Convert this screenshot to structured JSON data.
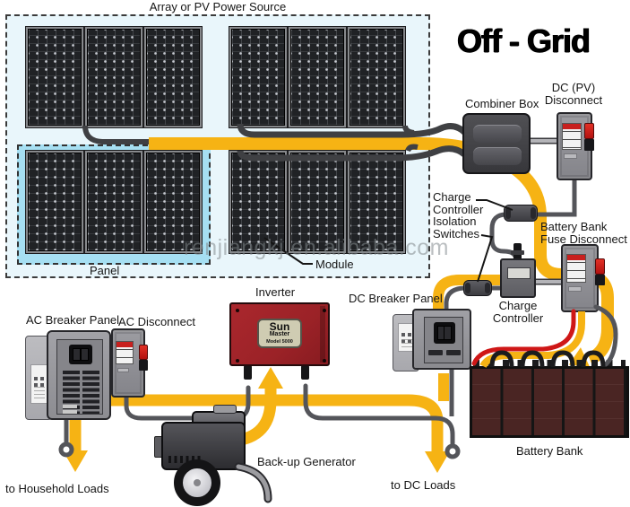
{
  "title": "Off - Grid",
  "watermark": "renjiangkj.en.alibaba.com",
  "array": {
    "title": "Array or PV Power Source",
    "panel_label": "Panel",
    "module_label": "Module"
  },
  "labels": {
    "combiner_box": "Combiner Box",
    "dc_pv_disconnect_1": "DC (PV)",
    "dc_pv_disconnect_2": "Disconnect",
    "iso_1": "Charge",
    "iso_2": "Controller",
    "iso_3": "Isolation",
    "iso_4": "Switches",
    "battery_fuse_1": "Battery Bank",
    "battery_fuse_2": "Fuse Disconnect",
    "charge_controller_1": "Charge",
    "charge_controller_2": "Controller",
    "dc_breaker_panel": "DC Breaker Panel",
    "inverter": "Inverter",
    "ac_breaker_panel": "AC Breaker Panel",
    "ac_disconnect": "AC Disconnect",
    "backup_generator": "Back-up Generator",
    "to_household_loads": "to Household Loads",
    "to_dc_loads": "to DC Loads",
    "battery_bank": "Battery Bank"
  },
  "inverter_plate": {
    "brand_1": "Sun",
    "brand_2": "Master",
    "model": "Model 5000"
  },
  "colors": {
    "wire_yellow": "#F6B314",
    "wire_gray": "#54555A",
    "wire_dark": "#3F4043",
    "wire_red": "#CF1717",
    "inverter_red": "#9B2227",
    "battery_maroon": "#4A2523",
    "array_bg": "#E9F6FB",
    "panel_group_bg": "#A6DFF2",
    "danger_red": "#C8201E"
  }
}
